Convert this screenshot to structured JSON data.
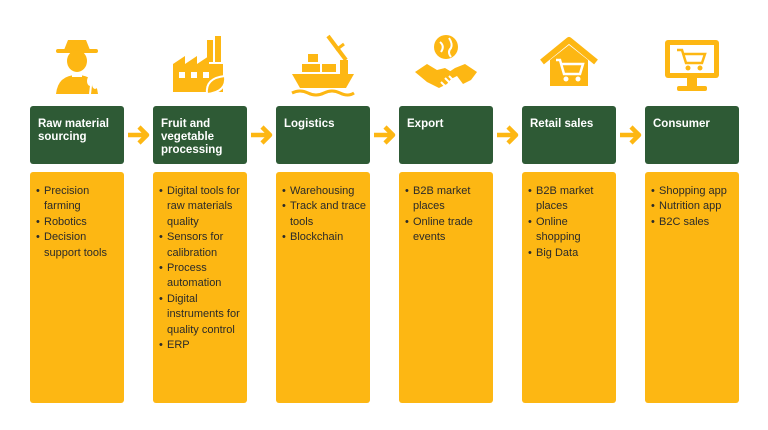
{
  "colors": {
    "header_green": "#2e5a35",
    "card_yellow": "#fdb713",
    "icon_yellow": "#fdb713",
    "arrow_yellow": "#fdb713"
  },
  "stages": [
    {
      "title": "Raw material sourcing",
      "icon": "farmer-icon",
      "items": [
        "Precision farming",
        "Robotics",
        "Decision support tools"
      ]
    },
    {
      "title": "Fruit and vegetable processing",
      "icon": "factory-leaf-icon",
      "items": [
        "Digital tools for raw materials quality",
        "Sensors for calibration",
        "Process automation",
        "Digital instruments for quality control",
        "ERP"
      ]
    },
    {
      "title": "Logistics",
      "icon": "ship-crane-icon",
      "items": [
        "Warehousing",
        "Track and trace tools",
        "Blockchain"
      ]
    },
    {
      "title": "Export",
      "icon": "globe-handshake-icon",
      "items": [
        "B2B market places",
        "Online trade events"
      ]
    },
    {
      "title": "Retail sales",
      "icon": "store-cart-icon",
      "items": [
        "B2B market places",
        "Online shopping",
        "Big Data"
      ]
    },
    {
      "title": "Consumer",
      "icon": "computer-cart-icon",
      "items": [
        "Shopping app",
        "Nutrition app",
        "B2C sales"
      ]
    }
  ]
}
